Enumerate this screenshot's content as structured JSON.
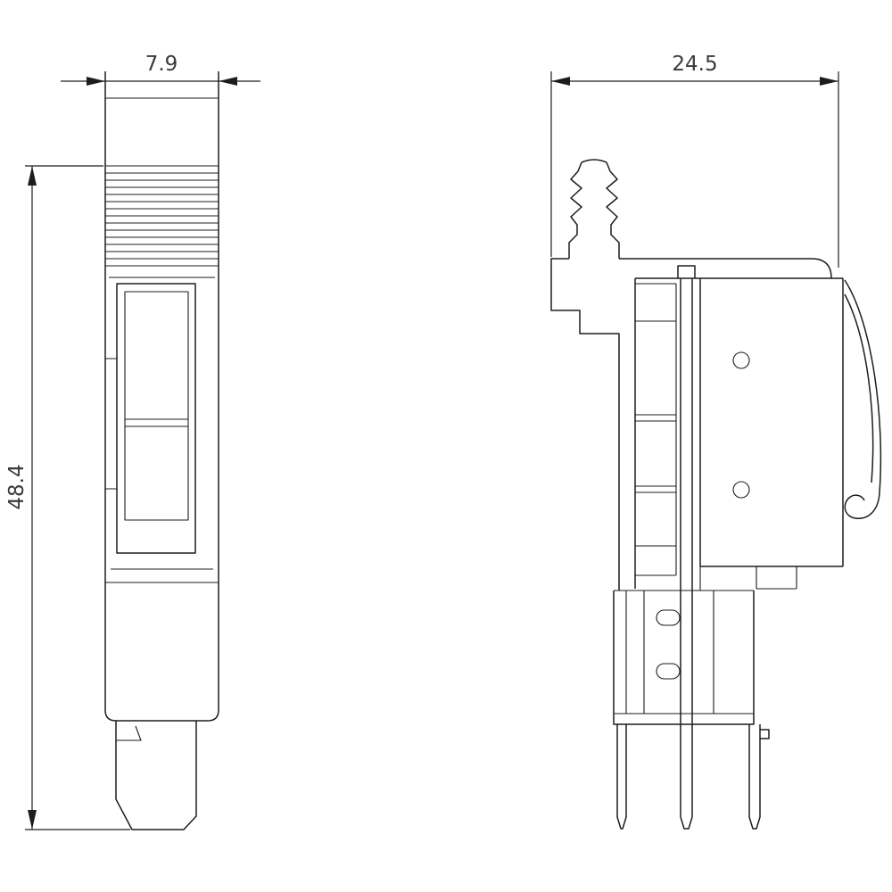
{
  "colors": {
    "background": "#ffffff",
    "line": "#1d1d1b",
    "dimension_text": "#3a3a3a"
  },
  "views": {
    "front_view": {
      "width_label": "7.9",
      "height_label": "48.4"
    },
    "side_view": {
      "width_label": "24.5"
    }
  }
}
